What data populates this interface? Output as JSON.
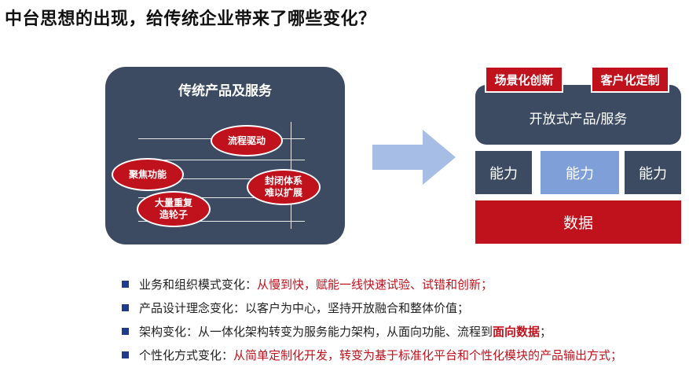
{
  "title": "中台思想的出现，给传统企业带来了哪些变化？",
  "left_panel": {
    "title": "传统产品及服务",
    "bubbles": {
      "process": "流程驱动",
      "focus": "聚焦功能",
      "closed_line1": "封闭体系",
      "closed_line2": "难以扩展",
      "reinvent_line1": "大量重复",
      "reinvent_line2": "造轮子"
    }
  },
  "right_diagram": {
    "tag_scenario": "场景化创新",
    "tag_custom": "客户化定制",
    "open_label": "开放式产品/服务",
    "capabilities": [
      "能力",
      "能力",
      "能力"
    ],
    "data_label": "数据"
  },
  "bullets": [
    {
      "prefix": "业务和组织模式变化：",
      "red": "从慢到快，赋能一线快速试验、试错和创新；"
    },
    {
      "prefix": "产品设计理念变化：以客户为中心，坚持开放融合和整体价值；"
    },
    {
      "prefix": "架构变化：从一体化架构转变为服务能力架构，从面向功能、流程到",
      "red_bold": "面向数据",
      "suffix": "；"
    },
    {
      "prefix": "个性化方式变化：",
      "red": "从简单定制化开发，转变为基于标准化平台和个性化模块的产品输出方式；"
    }
  ],
  "colors": {
    "panel_navy": "#3d4b62",
    "accent_red": "#c0121d",
    "capability_blue": "#7f9fd9",
    "arrow_blue": "#a6bde6",
    "bullet_blue": "#1f3c8a"
  }
}
